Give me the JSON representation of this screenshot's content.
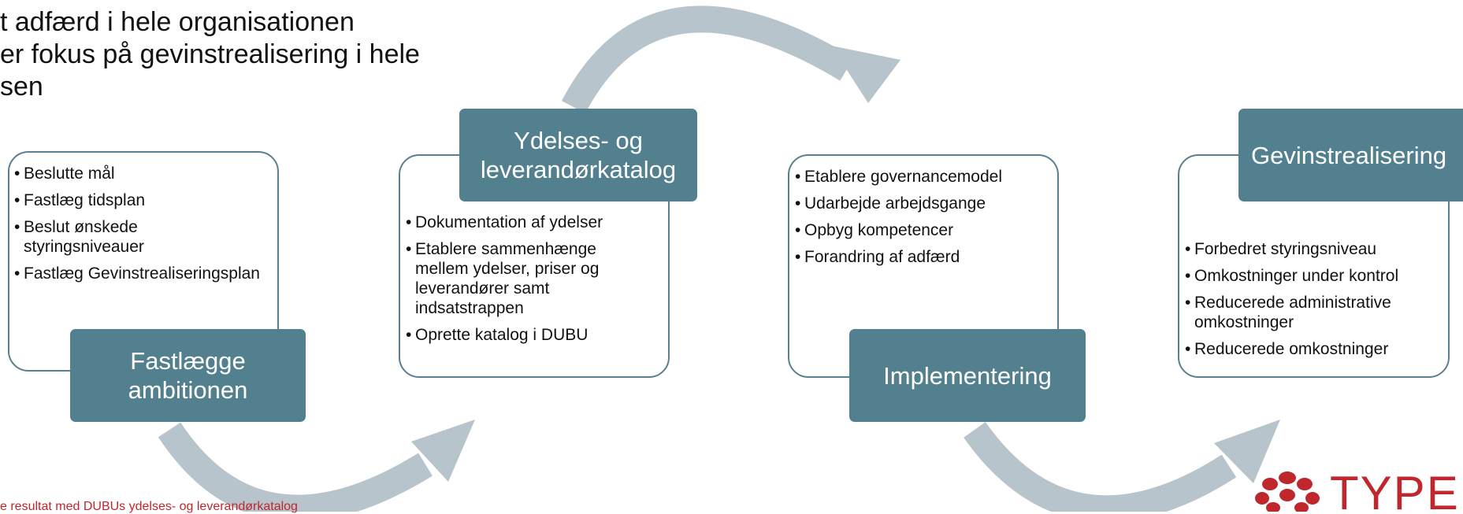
{
  "intro_lines": [
    "t adfærd i hele organisationen",
    "er fokus på gevinstrealisering i hele",
    "sen"
  ],
  "stages": [
    {
      "title": "Fastlægge ambitionen",
      "items": [
        "Beslutte mål",
        "Fastlæg tidsplan",
        "Beslut ønskede styringsniveauer",
        "Fastlæg Gevinstrealiseringsplan"
      ]
    },
    {
      "title": "Ydelses- og leverandørkatalog",
      "items": [
        "Dokumentation af ydelser",
        "Etablere sammenhænge mellem ydelser, priser og leverandører samt indsatstrappen",
        "Oprette katalog i DUBU"
      ]
    },
    {
      "title": "Implementering",
      "items": [
        "Etablere governancemodel",
        "Udarbejde arbejdsgange",
        "Opbyg kompetencer",
        "Forandring af adfærd"
      ]
    },
    {
      "title": "Gevinstrealisering",
      "items": [
        "Forbedret styringsniveau",
        "Omkostninger under kontrol",
        "Reducerede administrative omkostninger",
        "Reducerede omkostninger"
      ]
    }
  ],
  "footer": "e resultat med DUBUs ydelses- og leverandørkatalog",
  "logo": {
    "name": "type-logo",
    "text": "TYPE",
    "color": "#c0272d"
  },
  "colors": {
    "accent": "#52808e",
    "arrow": "#b7c4cb",
    "border": "#5b7f8e"
  }
}
